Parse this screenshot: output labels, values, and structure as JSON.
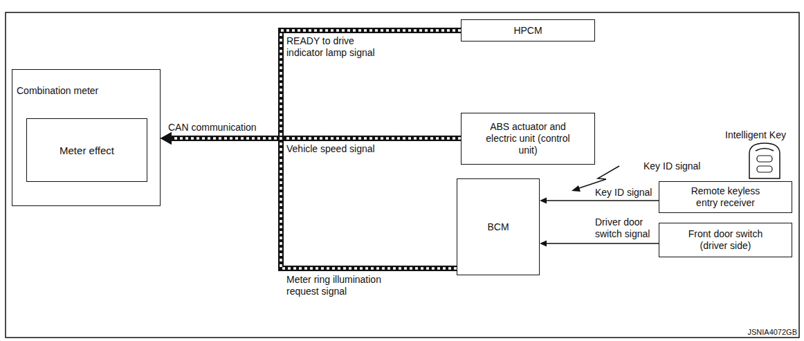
{
  "diagram": {
    "nodes": [
      {
        "text": [
          "Combination meter"
        ]
      },
      {
        "text": [
          "Meter effect"
        ],
        "in": 0
      },
      {
        "text": [
          "HPCM"
        ]
      },
      {
        "text": [
          "ABS actuator and electric unit (control unit)"
        ]
      },
      {
        "text": [
          "BCM"
        ]
      },
      {
        "text": [
          "Remote keyless entry receiver"
        ]
      },
      {
        "text": [
          "Front door switch (driver side)"
        ]
      }
    ],
    "edges": [
      {
        "from": 2,
        "to": 0,
        "label": "READY to drive indicator lamp signal",
        "arrow": "to"
      },
      {
        "from": 3,
        "to": 0,
        "label": "Vehicle speed signal",
        "arrow": "to"
      },
      {
        "from": 4,
        "to": 0,
        "label": "Meter ring illumination request signal",
        "arrow": "to"
      },
      {
        "from": 5,
        "to": 4,
        "label": "Key ID signal",
        "arrow": "to"
      },
      {
        "from": 6,
        "to": 4,
        "label": "Driver door switch signal",
        "arrow": "to"
      }
    ],
    "labels": [
      "CAN communication",
      "Intelligent Key",
      "Key ID signal",
      "JSNIA4072GB"
    ]
  }
}
